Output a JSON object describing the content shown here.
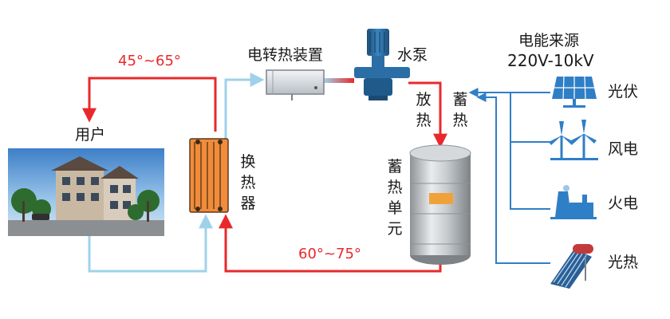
{
  "labels": {
    "user": "用户",
    "heat_exchanger": "换热器",
    "electric_heater": "电转热装置",
    "pump": "水泵",
    "discharge": "放热",
    "store_heat": "蓄热",
    "storage_unit": "蓄热单元",
    "power_source_title": "电能来源",
    "power_source_range": "220V-10kV"
  },
  "temperatures": {
    "supply": "45°~65°",
    "storage_return": "60°~75°"
  },
  "sources": [
    {
      "name": "光伏",
      "icon": "solar-panel-icon"
    },
    {
      "name": "风电",
      "icon": "wind-turbine-icon"
    },
    {
      "name": "火电",
      "icon": "power-plant-icon"
    },
    {
      "name": "光热",
      "icon": "solar-water-heater-icon"
    }
  ],
  "colors": {
    "hot_line": "#e8292b",
    "cold_line": "#9fd2ea",
    "source_line": "#2f7fc7",
    "exchanger": "#f08c3c",
    "pump": "#2a6ea5"
  }
}
